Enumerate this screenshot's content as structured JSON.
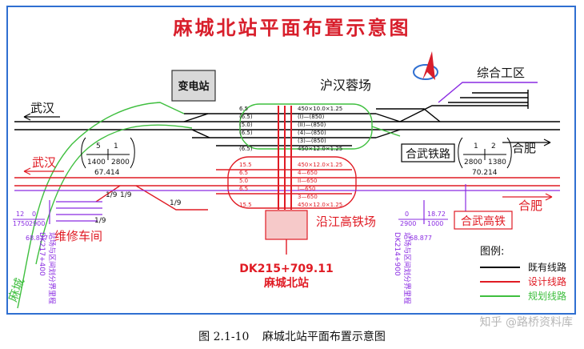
{
  "title": "麻城北站平面布置示意图",
  "caption": {
    "number": "图 2.1-10",
    "text": "麻城北站平面布置示意图"
  },
  "watermark": "知乎 @路桥资料库",
  "labels": {
    "substation": "变电站",
    "hanrong_yard": "沪汉蓉场",
    "comprehensive_area": "综合工区",
    "wuhan_top": "武汉",
    "wuhan_red": "武汉",
    "hefei_top": "合肥",
    "hefei_red": "合肥",
    "hewu_railway": "合武铁路",
    "yanjiang_yard": "沿江高铁场",
    "hewu_highspeed": "合武高铁",
    "maintenance_shed": "维修车间",
    "macheng_green": "麻城",
    "station_km": "DK215+709.11",
    "station_name": "麻城北站",
    "boundary_left_km": "DK217+400",
    "boundary_left_text": "站场与区间划分界里程",
    "boundary_right_km": "DK214+900",
    "boundary_right_text": "站场与区间划分界里程"
  },
  "curve_left": {
    "top": "5",
    "mid": "1",
    "left": "1400",
    "right": "2800",
    "bottom": "67.414"
  },
  "curve_right": {
    "top": "1",
    "mid": "2",
    "left": "2800",
    "right": "1380",
    "bottom": "70.214"
  },
  "grade_left": {
    "a": "12",
    "b": "1750",
    "c": "0",
    "d": "2900",
    "e": "68.877"
  },
  "grade_mid": {
    "a": "0",
    "b": "2900",
    "c": "18.72",
    "d": "1000",
    "e": "68.877"
  },
  "ratio_labels": {
    "r1": "1/9",
    "r2": "1/9",
    "r3": "1/9",
    "r4": "1/9"
  },
  "top_tracks": [
    {
      "sep": "6.5",
      "label": "450×10.0×1.25"
    },
    {
      "sep": "(6.5)",
      "label": "(I)—(850)"
    },
    {
      "sep": "(5.0)",
      "label": "(II)—(850)"
    },
    {
      "sep": "(6.5)",
      "label": "(4)—(850)"
    },
    {
      "sep": "",
      "label": "(3)—(850)"
    },
    {
      "sep": "(6.5)",
      "label": "450×12.0×1.25"
    }
  ],
  "red_tracks": [
    {
      "sep": "15.5",
      "label": "450×12.0×1.25"
    },
    {
      "sep": "6.5",
      "label": "4—650"
    },
    {
      "sep": "5.0",
      "label": "II—650"
    },
    {
      "sep": "6.5",
      "label": "I—650"
    },
    {
      "sep": "",
      "label": "3—650"
    },
    {
      "sep": "15.5",
      "label": "450×12.0×1.25"
    }
  ],
  "legend": {
    "title": "图例:",
    "items": [
      {
        "label": "既有线路",
        "color": "#000000"
      },
      {
        "label": "设计线路",
        "color": "#e01b24"
      },
      {
        "label": "规划线路",
        "color": "#3fbf3f"
      }
    ]
  },
  "colors": {
    "existing": "#000000",
    "design": "#e01b24",
    "planned": "#3fbf3f",
    "frame": "#2f6fd1",
    "title": "#d81e2b",
    "purple": "#8a2be2"
  },
  "icons": {
    "logo": "railway-compass-logo"
  }
}
